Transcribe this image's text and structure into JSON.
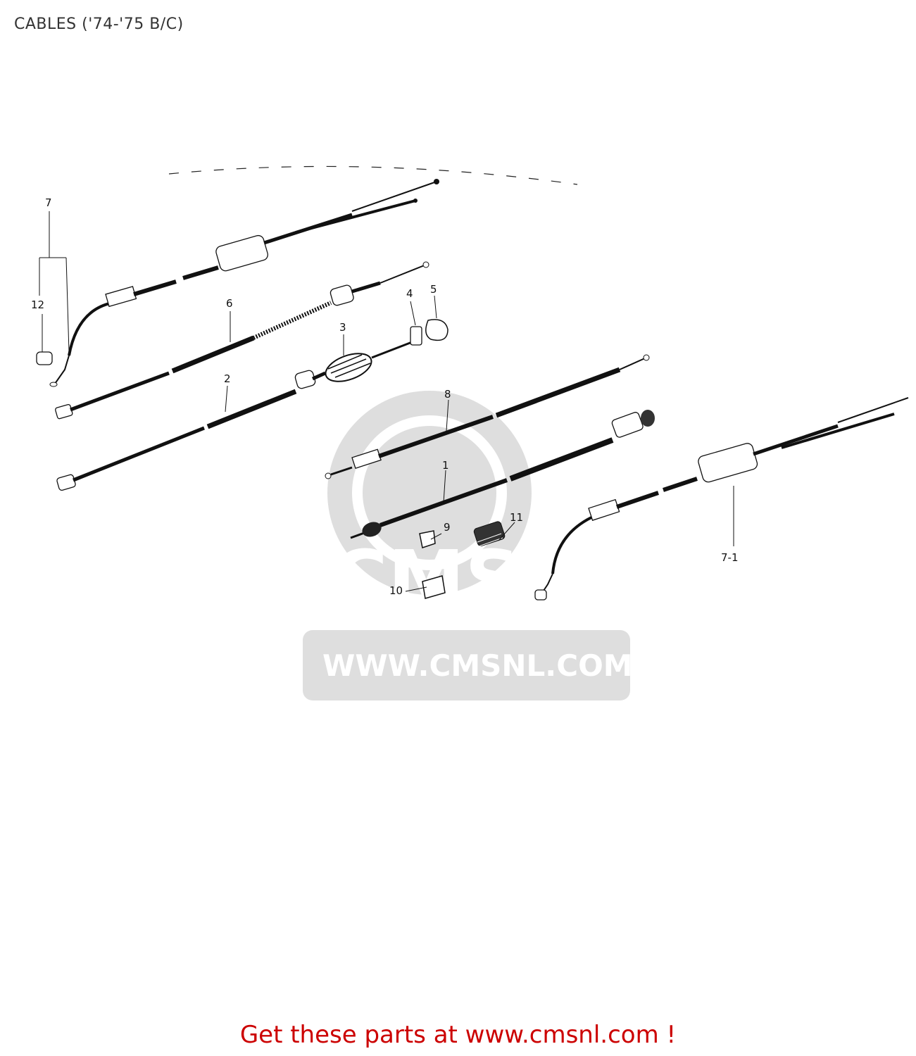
{
  "title": "CABLES ('74-'75 B/C)",
  "footer": "Get these parts at www.cmsnl.com !",
  "watermark": {
    "logo": "CMS",
    "url": "WWW.CMSNL.COM"
  },
  "callouts": [
    "7",
    "12",
    "6",
    "4",
    "5",
    "3",
    "2",
    "8",
    "1",
    "9",
    "11",
    "10",
    "7-1"
  ],
  "colors": {
    "footer": "#cc0000",
    "title": "#333333",
    "line": "#111111",
    "watermark": "#d9d9d9"
  }
}
